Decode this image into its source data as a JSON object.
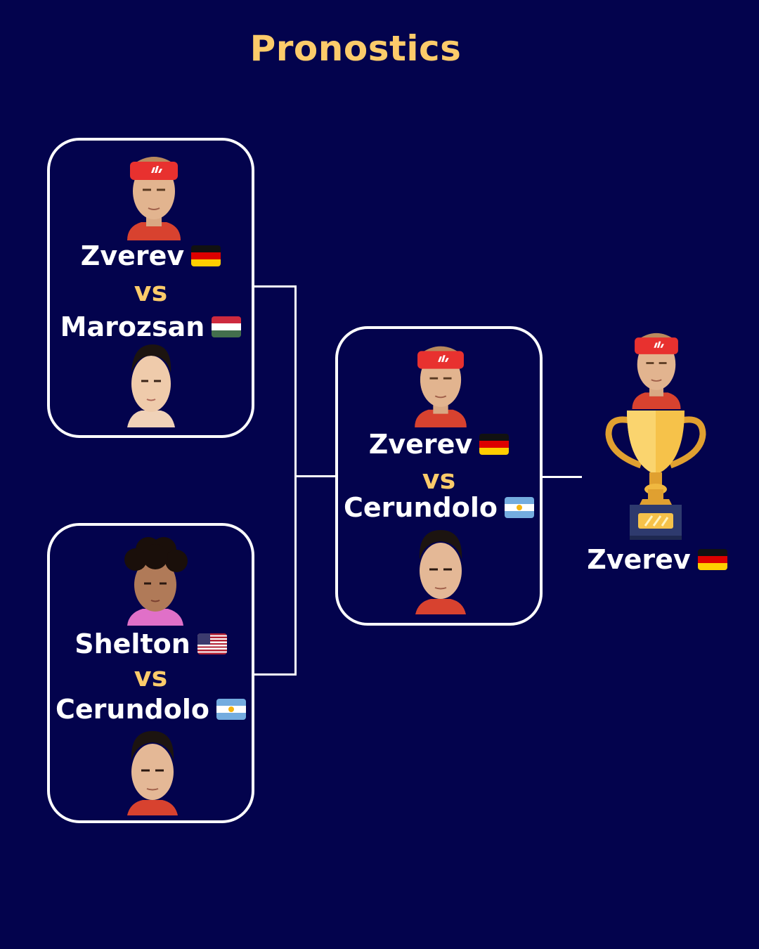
{
  "title": "Pronostics",
  "colors": {
    "background": "#03034d",
    "accent": "#fccb6a",
    "text": "#ffffff"
  },
  "matches": {
    "qf1": {
      "player1": "Zverev",
      "player1_flag": "germany-flag-icon",
      "vs": "vs",
      "player2": "Marozsan",
      "player2_flag": "hungary-flag-icon"
    },
    "qf2": {
      "player1": "Shelton",
      "player1_flag": "usa-flag-icon",
      "vs": "vs",
      "player2": "Cerundolo",
      "player2_flag": "argentina-flag-icon"
    },
    "sf": {
      "player1": "Zverev",
      "player1_flag": "germany-flag-icon",
      "vs": "vs",
      "player2": "Cerundolo",
      "player2_flag": "argentina-flag-icon"
    }
  },
  "winner": {
    "name": "Zverev",
    "flag": "germany-flag-icon",
    "icon": "trophy-icon"
  }
}
